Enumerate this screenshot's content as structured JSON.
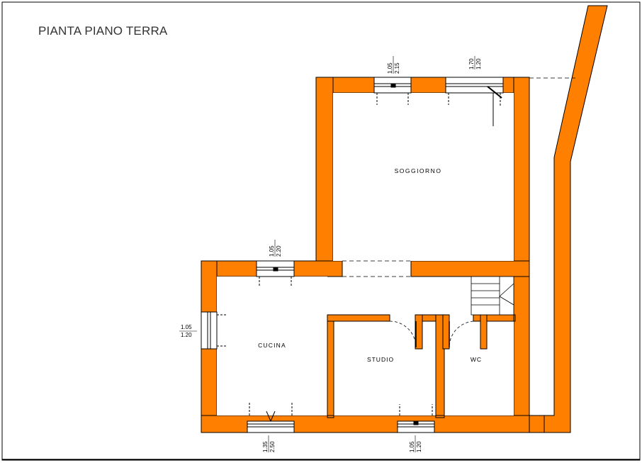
{
  "title": "PIANTA PIANO TERRA",
  "colors": {
    "wall": "#ff8000",
    "line": "#000000",
    "window_fill": "#ffffff"
  },
  "rooms": {
    "soggiorno": "SOGGIORNO",
    "cucina": "CUCINA",
    "studio": "STUDIO",
    "wc": "WC"
  },
  "openings": {
    "soggiorno_left": {
      "w": "1.05",
      "h": "2.15"
    },
    "soggiorno_right": {
      "w": "1.70",
      "h": "1.20"
    },
    "cucina_top": {
      "w": "1.05",
      "h": "2.20"
    },
    "cucina_left": {
      "w": "1.05",
      "h": "1.20"
    },
    "cucina_bottom": {
      "w": "1.35",
      "h": "2.50"
    },
    "studio_bottom": {
      "w": "1.05",
      "h": "1.20"
    }
  }
}
